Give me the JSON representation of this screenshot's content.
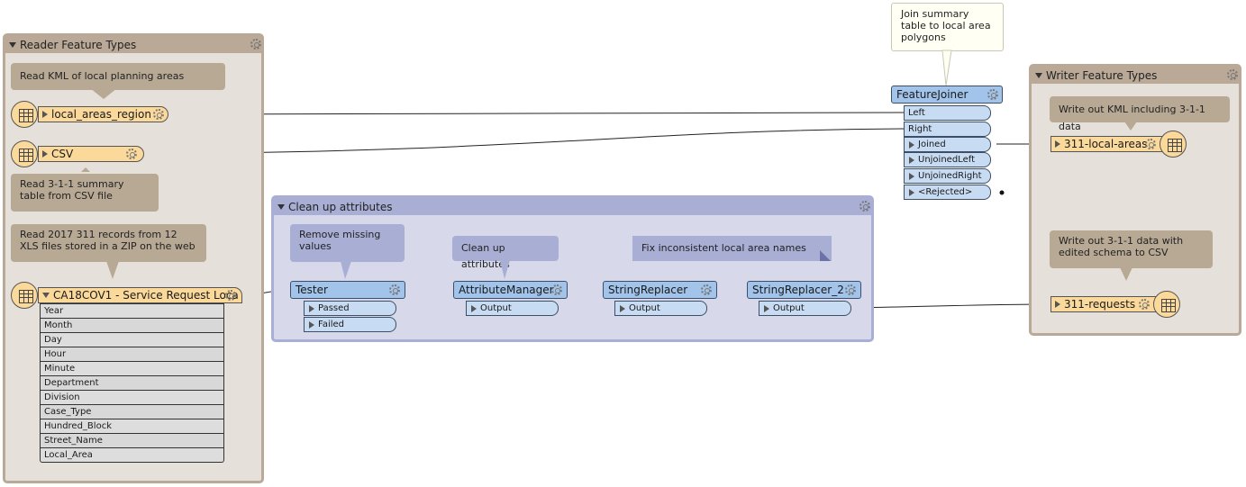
{
  "bookmarks": {
    "reader": {
      "title": "Reader Feature Types"
    },
    "writer": {
      "title": "Writer Feature Types"
    },
    "cleanup": {
      "title": "Clean up attributes"
    }
  },
  "annotations": {
    "read_kml": "Read KML of local planning areas",
    "read_csv": "Read 3-1-1 summary table from CSV file",
    "read_xls": "Read 2017 311 records from 12 XLS files stored in a ZIP on the web",
    "join": "Join summary table to local area polygons",
    "write_kml": "Write out KML including 3-1-1 data",
    "write_csv": "Write out 3-1-1 data with edited schema to CSV",
    "remove_missing": "Remove missing values",
    "clean_attrs": "Clean up attributes",
    "fix_names": "Fix inconsistent local area names"
  },
  "readers": {
    "local_areas": "local_areas_region",
    "csv": "CSV",
    "ca18": "CA18COV1 - Service Request Loca"
  },
  "attributes": [
    "Year",
    "Month",
    "Day",
    "Hour",
    "Minute",
    "Department",
    "Division",
    "Case_Type",
    "Hundred_Block",
    "Street_Name",
    "Local_Area"
  ],
  "writers": {
    "local_areas": "311-local-areas",
    "requests": "311-requests"
  },
  "transformers": {
    "feature_joiner": {
      "name": "FeatureJoiner",
      "ports": [
        "Left",
        "Right",
        "Joined",
        "UnjoinedLeft",
        "UnjoinedRight",
        "<Rejected>"
      ]
    },
    "tester": {
      "name": "Tester",
      "ports": [
        "Passed",
        "Failed"
      ]
    },
    "attribute_manager": {
      "name": "AttributeManager",
      "ports": [
        "Output"
      ]
    },
    "string_replacer": {
      "name": "StringReplacer",
      "ports": [
        "Output"
      ]
    },
    "string_replacer_2": {
      "name": "StringReplacer_2",
      "ports": [
        "Output"
      ]
    }
  },
  "colors": {
    "reader_bookmark": "#b9a996",
    "cleanup_bookmark": "#a8aed4",
    "feature_type": "#fbd99b",
    "transformer": "#a2c4ea"
  }
}
